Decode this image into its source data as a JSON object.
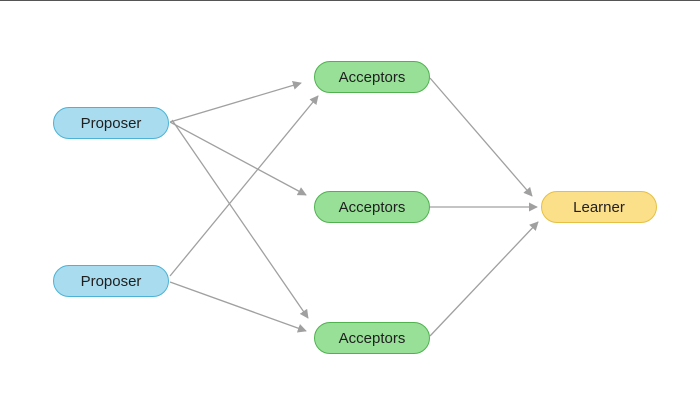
{
  "colors": {
    "proposer_fill": "#a8dcee",
    "proposer_border": "#4cb3d6",
    "acceptor_fill": "#98df98",
    "acceptor_border": "#4fb24f",
    "learner_fill": "#fbdf89",
    "learner_border": "#e6c042",
    "edge": "#a0a0a0"
  },
  "nodes": {
    "proposer_1": {
      "label": "Proposer"
    },
    "proposer_2": {
      "label": "Proposer"
    },
    "acceptor_1": {
      "label": "Acceptors"
    },
    "acceptor_2": {
      "label": "Acceptors"
    },
    "acceptor_3": {
      "label": "Acceptors"
    },
    "learner": {
      "label": "Learner"
    }
  },
  "edges": [
    {
      "from": "proposer_1",
      "to": "acceptor_1"
    },
    {
      "from": "proposer_1",
      "to": "acceptor_2"
    },
    {
      "from": "proposer_1",
      "to": "acceptor_3"
    },
    {
      "from": "proposer_2",
      "to": "acceptor_1"
    },
    {
      "from": "proposer_2",
      "to": "acceptor_3"
    },
    {
      "from": "acceptor_1",
      "to": "learner"
    },
    {
      "from": "acceptor_2",
      "to": "learner"
    },
    {
      "from": "acceptor_3",
      "to": "learner"
    }
  ]
}
